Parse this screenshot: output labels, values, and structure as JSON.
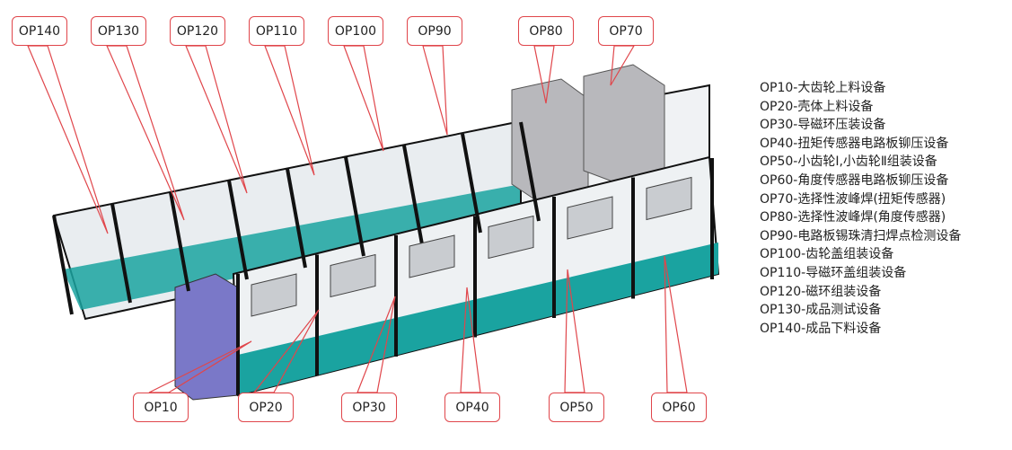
{
  "top_labels": [
    "OP140",
    "OP130",
    "OP120",
    "OP110",
    "OP100",
    "OP90",
    "OP80",
    "OP70"
  ],
  "bottom_labels": [
    "OP10",
    "OP20",
    "OP30",
    "OP40",
    "OP50",
    "OP60"
  ],
  "legend": [
    "OP10-大齿轮上料设备",
    "OP20-壳体上料设备",
    "OP30-导磁环压装设备",
    "OP40-扭矩传感器电路板铆压设备",
    "OP50-小齿轮Ⅰ,小齿轮Ⅱ组装设备",
    "OP60-角度传感器电路板铆压设备",
    "OP70-选择性波峰焊(扭矩传感器)",
    "OP80-选择性波峰焊(角度传感器)",
    "OP90-电路板锡珠清扫焊点检测设备",
    "OP100-齿轮盖组装设备",
    "OP110-导磁环盖组装设备",
    "OP120-磁环组装设备",
    "OP130-成品测试设备",
    "OP140-成品下料设备"
  ],
  "colors": {
    "callout_border": "#e0464b",
    "frame": "#111111",
    "base_teal": "#1aa3a0",
    "cabinet_purple": "#7a78c8",
    "welder_gray": "#b8b8bc"
  }
}
